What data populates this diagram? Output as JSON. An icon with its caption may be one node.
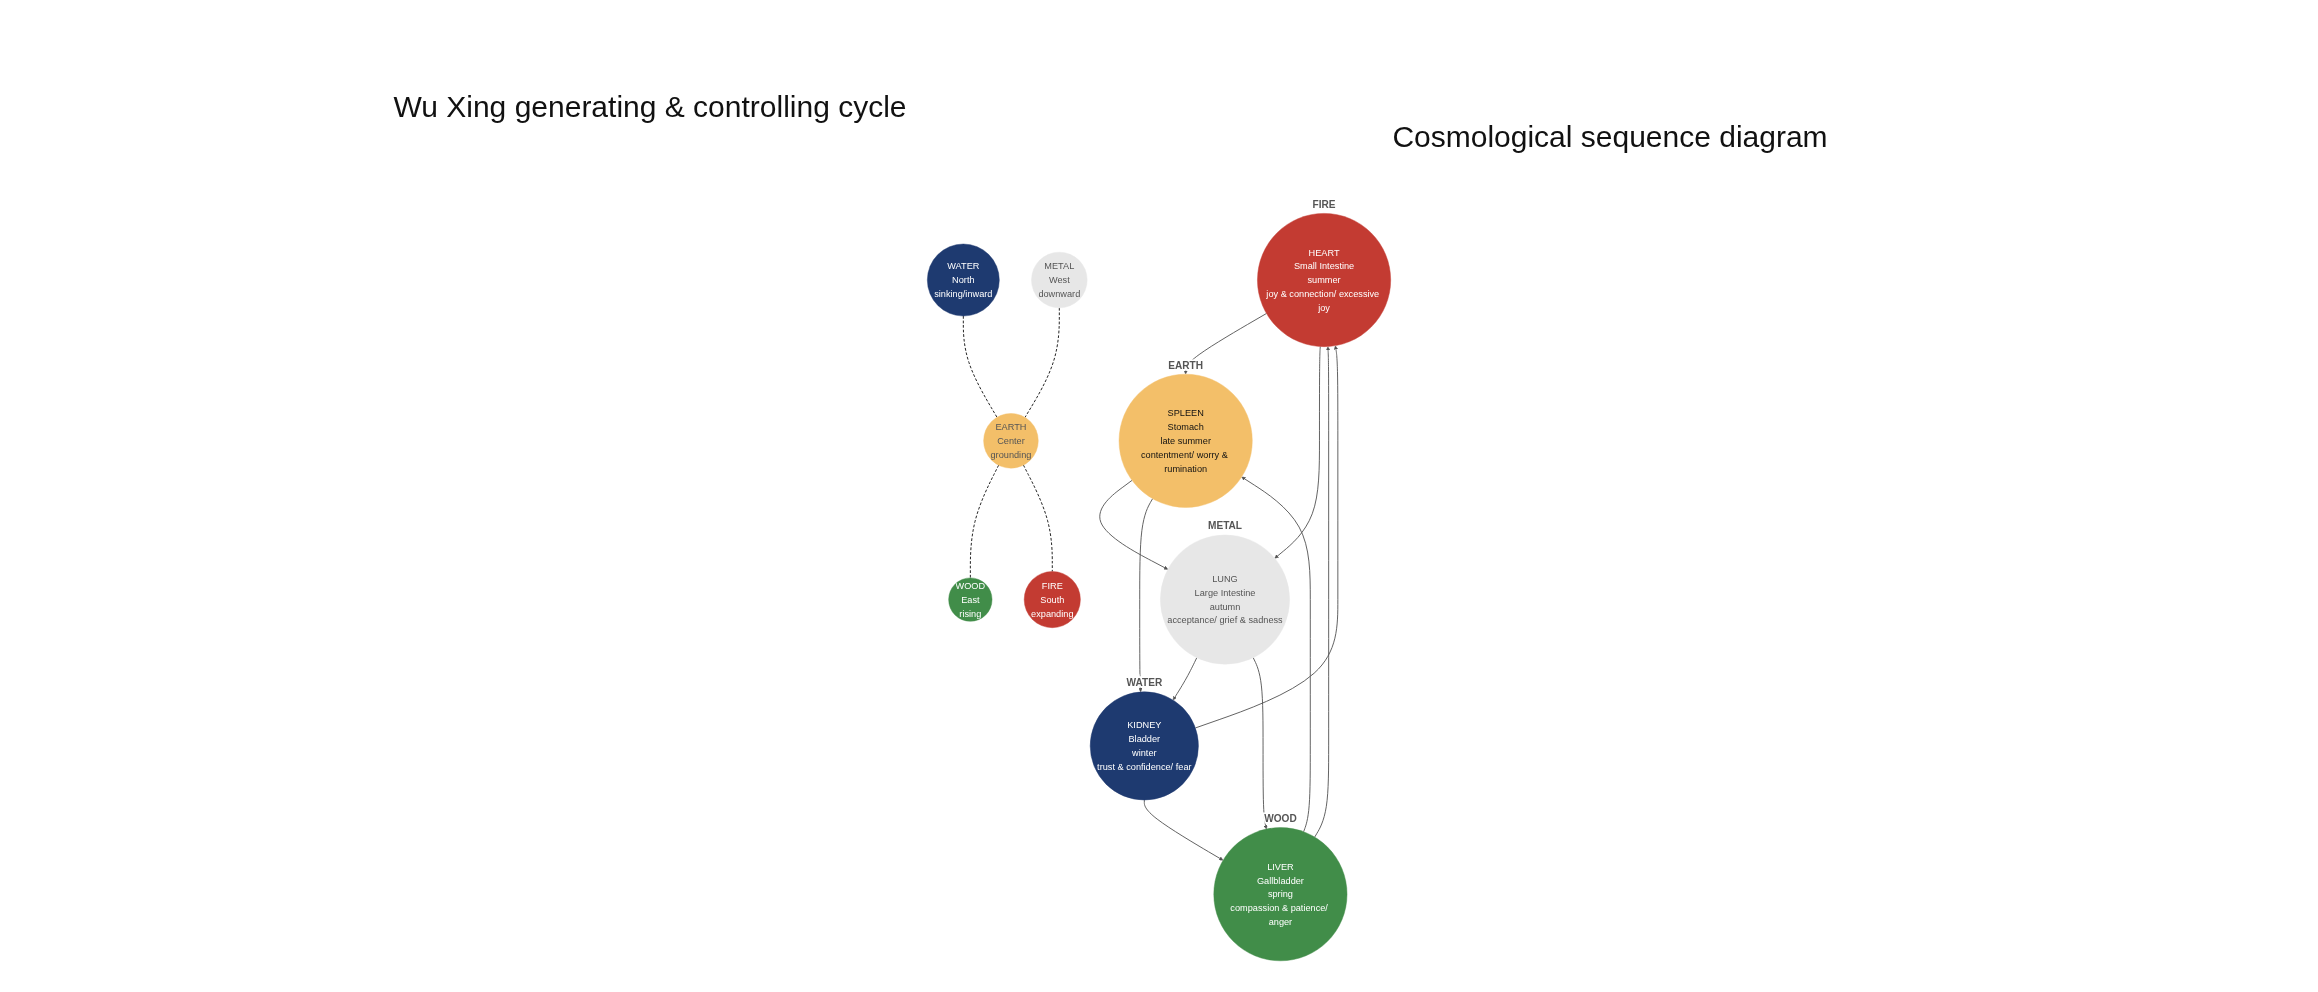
{
  "diagram": {
    "title": "Wu Xing generating & controlling cycle",
    "nodes": [
      {
        "text": [
          "HEART",
          "Small Intestine",
          "summer",
          "joy & connection/ excessive joy"
        ],
        "beside": [
          "FIRE"
        ]
      },
      {
        "text": [
          "LIVER",
          "Gallbladder",
          "spring",
          "compassion & patience/ anger"
        ],
        "beside": [
          "WOOD"
        ]
      },
      {
        "text": [
          "SPLEEN",
          "Stomach",
          "late summer",
          "contentment/ worry & rumination"
        ],
        "beside": [
          "EARTH"
        ]
      },
      {
        "text": [
          "KIDNEY",
          "Bladder",
          "winter",
          "trust & confidence/ fear"
        ],
        "beside": [
          "WATER"
        ]
      },
      {
        "text": [
          "LUNG",
          "Large Intestine",
          "autumn",
          "acceptance/ grief & sadness"
        ],
        "beside": [
          "METAL"
        ]
      },
      {
        "text": [
          "WATER",
          "North",
          "sinking/inward"
        ]
      },
      {
        "text": [
          "METAL",
          "West",
          "downward"
        ]
      },
      {
        "text": [
          "EARTH",
          "Center",
          "grounding"
        ]
      },
      {
        "text": [
          "WOOD",
          "East",
          "rising"
        ]
      },
      {
        "text": [
          "FIRE",
          "South",
          "expanding"
        ]
      }
    ],
    "edges": [
      {
        "from": 0,
        "to": 2,
        "arrow": "to"
      },
      {
        "from": 2,
        "to": 4,
        "arrow": "to"
      },
      {
        "from": 4,
        "to": 3,
        "arrow": "to"
      },
      {
        "from": 3,
        "to": 1,
        "arrow": "to"
      },
      {
        "from": 1,
        "to": 0,
        "arrow": "to"
      },
      {
        "from": 1,
        "to": 2,
        "arrow": "to"
      },
      {
        "from": 0,
        "to": 4,
        "arrow": "to"
      },
      {
        "from": 4,
        "to": 1,
        "arrow": "to"
      },
      {
        "from": 2,
        "to": 3,
        "arrow": "to"
      },
      {
        "from": 3,
        "to": 0,
        "arrow": "to"
      },
      {
        "from": 5,
        "to": 7,
        "arrow": "none",
        "style": "dashed"
      },
      {
        "from": 6,
        "to": 7,
        "arrow": "none",
        "style": "dashed"
      },
      {
        "from": 7,
        "to": 8,
        "arrow": "none",
        "style": "dashed"
      },
      {
        "from": 7,
        "to": 9,
        "arrow": "none",
        "style": "dashed"
      }
    ],
    "labels": [
      "Cosmological sequence diagram"
    ]
  }
}
